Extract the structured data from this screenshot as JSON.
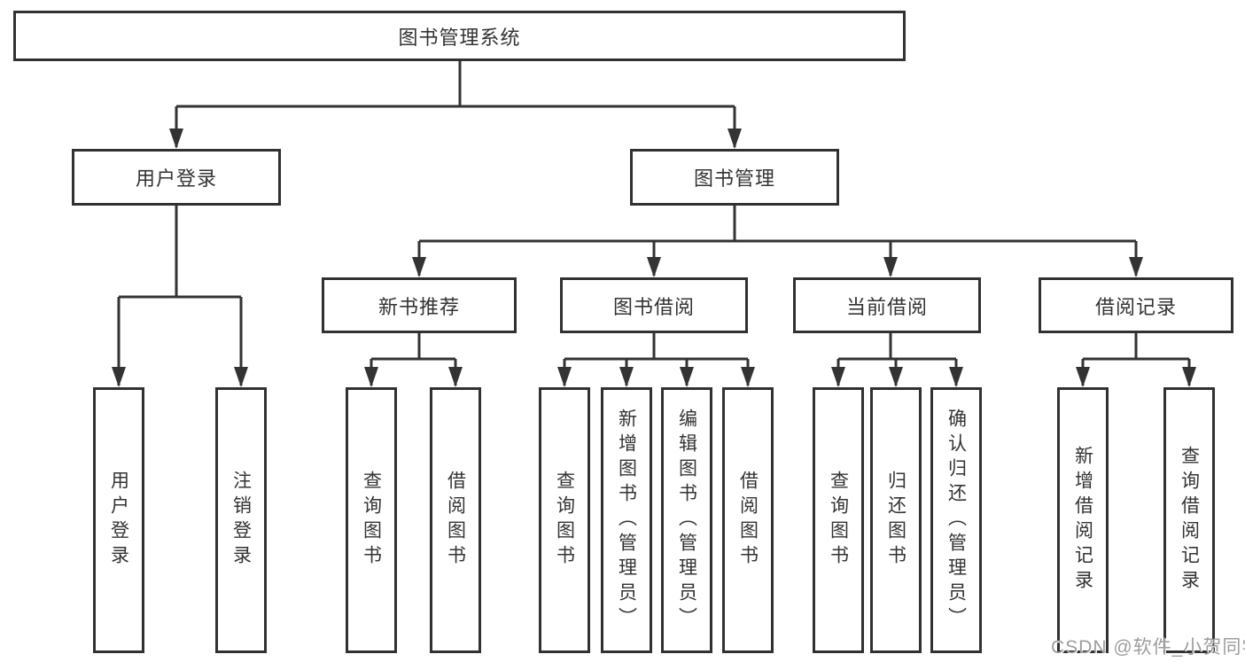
{
  "diagram": {
    "root": {
      "label": "图书管理系统",
      "children": [
        {
          "label": "用户登录",
          "children": [
            {
              "label": "用户登录"
            },
            {
              "label": "注销登录"
            }
          ]
        },
        {
          "label": "图书管理",
          "children": [
            {
              "label": "新书推荐",
              "children": [
                {
                  "label": "查询图书"
                },
                {
                  "label": "借阅图书"
                }
              ]
            },
            {
              "label": "图书借阅",
              "children": [
                {
                  "label": "查询图书"
                },
                {
                  "label": "新增图书（管理员）"
                },
                {
                  "label": "编辑图书（管理员）"
                },
                {
                  "label": "借阅图书"
                }
              ]
            },
            {
              "label": "当前借阅",
              "children": [
                {
                  "label": "查询图书"
                },
                {
                  "label": "归还图书"
                },
                {
                  "label": "确认归还（管理员）"
                }
              ]
            },
            {
              "label": "借阅记录",
              "children": [
                {
                  "label": "新增借阅记录"
                },
                {
                  "label": "查询借阅记录"
                }
              ]
            }
          ]
        }
      ]
    }
  },
  "watermark": {
    "text": "CSDN @软件_小贺同学"
  },
  "colors": {
    "line": "#333333",
    "border": "#313131",
    "text": "#333333",
    "watermark": "#9d9d9d",
    "background": "#ffffff"
  }
}
